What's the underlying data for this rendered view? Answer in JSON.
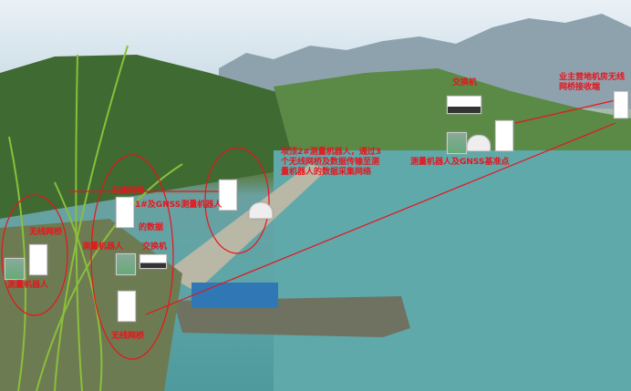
{
  "labels": {
    "switch_top": "交换机",
    "owner_receiver": "业主营地机房无线网桥接收端",
    "robot_gnss_base": "测量机器人及GNSS基准点",
    "dam_note": "坝顶2#测量机器人，通过3个无线网桥及数据传输至测量机器人的数据采集网络",
    "bridge_left": "无线网桥",
    "robot_left": "测量机器人",
    "bridge_mid_top": "无线网桥",
    "robot_gnss_mid": "1#及GNSS测量机器人",
    "data_mid": "的数据",
    "robot_mid": "测量机器人",
    "switch_mid": "交换机",
    "bridge_mid_bottom": "无线网桥"
  },
  "colors": {
    "annotation": "#e8141c"
  }
}
